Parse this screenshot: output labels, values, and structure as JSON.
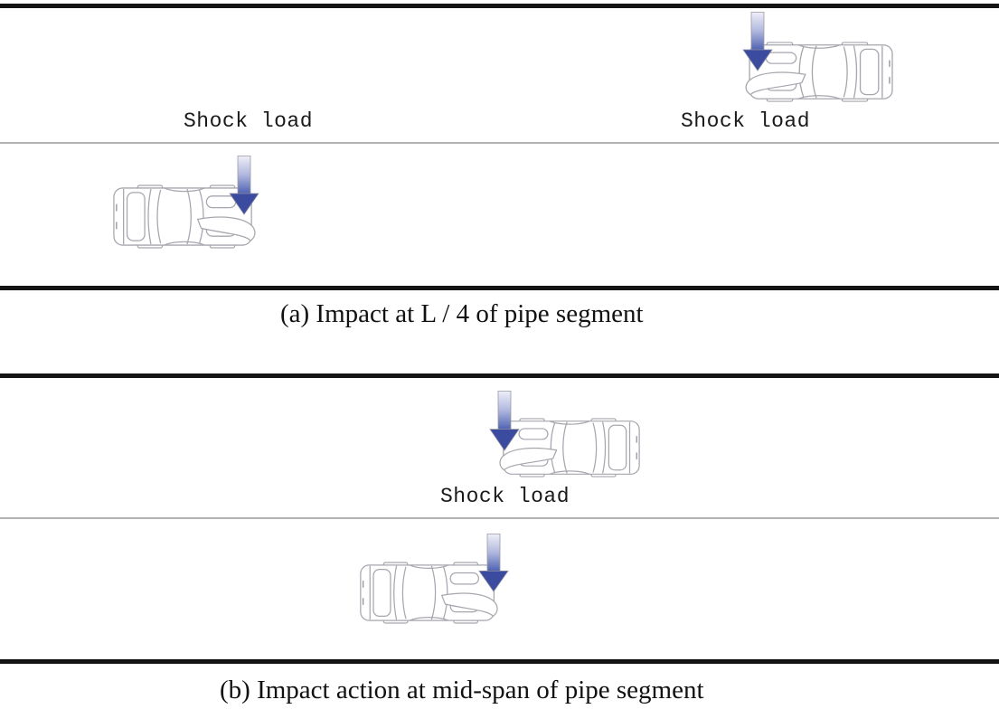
{
  "figure": {
    "panel_a": {
      "caption": "(a) Impact at L / 4 of pipe segment",
      "shock_label_left": "Shock load",
      "shock_label_right": "Shock load"
    },
    "panel_b": {
      "caption": "(b) Impact action at mid-span of pipe segment",
      "shock_label": "Shock load"
    },
    "icons": {
      "arrow": "shock-load-arrow-icon",
      "car": "car-top-view-icon"
    },
    "colors": {
      "arrow_head": "#3a4ba0",
      "arrow_gradient_top": "#efeff8",
      "arrow_gradient_bottom": "#4b5fb0",
      "car_outline": "#a6a6ae",
      "thick_rule": "#141414",
      "lane_divider": "#b2b2b2",
      "text": "#1a1a1a"
    }
  }
}
